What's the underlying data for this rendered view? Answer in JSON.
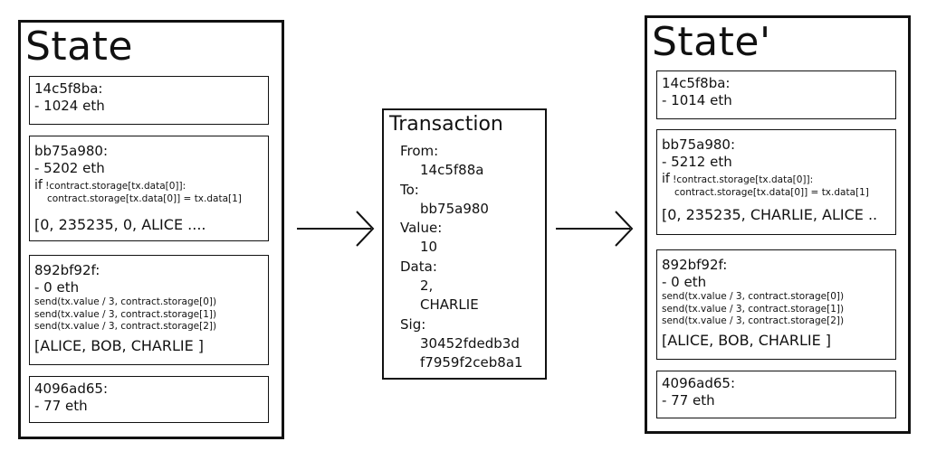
{
  "left_state": {
    "title": "State",
    "accounts": [
      {
        "address": "14c5f8ba:",
        "balance": "- 1024 eth"
      },
      {
        "address": "bb75a980:",
        "balance": "- 5202 eth",
        "code_if_word": "if",
        "code_if_rest": " !contract.storage[tx.data[0]]:",
        "code_body": "contract.storage[tx.data[0]] = tx.data[1]",
        "storage": "[0, 235235, 0, ALICE ...."
      },
      {
        "address": "892bf92f:",
        "balance": "- 0 eth",
        "code_lines": [
          "send(tx.value / 3, contract.storage[0])",
          "send(tx.value / 3, contract.storage[1])",
          "send(tx.value / 3, contract.storage[2])"
        ],
        "storage": "[ALICE, BOB, CHARLIE ]"
      },
      {
        "address": "4096ad65:",
        "balance": "- 77 eth"
      }
    ]
  },
  "transaction": {
    "title": "Transaction",
    "from_label": "From:",
    "from_value": "14c5f88a",
    "to_label": "To:",
    "to_value": "bb75a980",
    "value_label": "Value:",
    "value_value": "10",
    "data_label": "Data:",
    "data_values": [
      "2,",
      "CHARLIE"
    ],
    "sig_label": "Sig:",
    "sig_values": [
      "30452fdedb3d",
      "f7959f2ceb8a1"
    ]
  },
  "right_state": {
    "title": "State'",
    "accounts": [
      {
        "address": "14c5f8ba:",
        "balance": "- 1014 eth"
      },
      {
        "address": "bb75a980:",
        "balance": "- 5212 eth",
        "code_if_word": "if",
        "code_if_rest": " !contract.storage[tx.data[0]]:",
        "code_body": "contract.storage[tx.data[0]] = tx.data[1]",
        "storage": "[0, 235235, CHARLIE, ALICE .."
      },
      {
        "address": "892bf92f:",
        "balance": "- 0 eth",
        "code_lines": [
          "send(tx.value / 3, contract.storage[0])",
          "send(tx.value / 3, contract.storage[1])",
          "send(tx.value / 3, contract.storage[2])"
        ],
        "storage": "[ALICE, BOB, CHARLIE ]"
      },
      {
        "address": "4096ad65:",
        "balance": "- 77 eth"
      }
    ]
  }
}
